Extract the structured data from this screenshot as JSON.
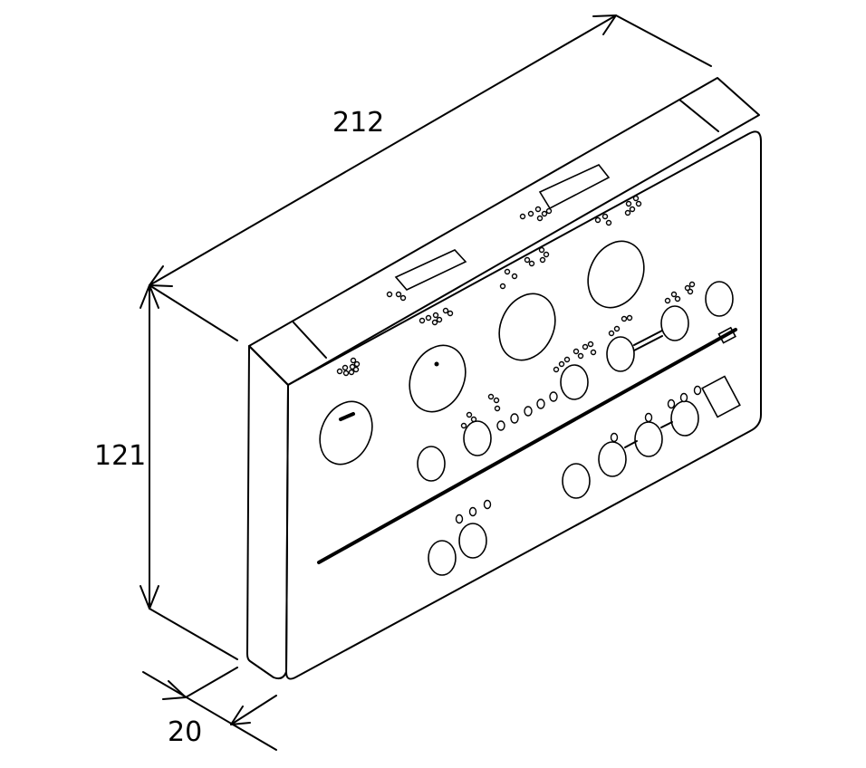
{
  "dimensions": {
    "width_label": "212",
    "height_label": "121",
    "depth_label": "20"
  }
}
